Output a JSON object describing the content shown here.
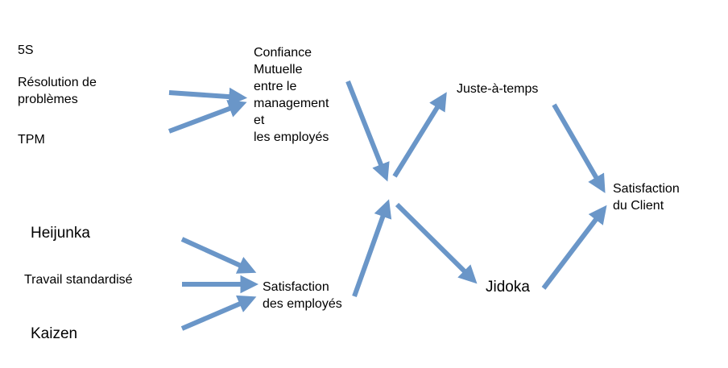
{
  "colors": {
    "arrow": "#6a96c8",
    "text": "#000000"
  },
  "nodes": {
    "five_s": "5S",
    "resolution": "Résolution de\nproblèmes",
    "tpm": "TPM",
    "confiance": "Confiance\nMutuelle\nentre le\nmanagement\net\nles employés",
    "heijunka": "Heijunka",
    "travail": "Travail standardisé",
    "kaizen": "Kaizen",
    "satisfaction_employes": "Satisfaction\ndes employés",
    "juste_a_temps": "Juste-à-temps",
    "jidoka": "Jidoka",
    "satisfaction_client": "Satisfaction\ndu Client"
  }
}
